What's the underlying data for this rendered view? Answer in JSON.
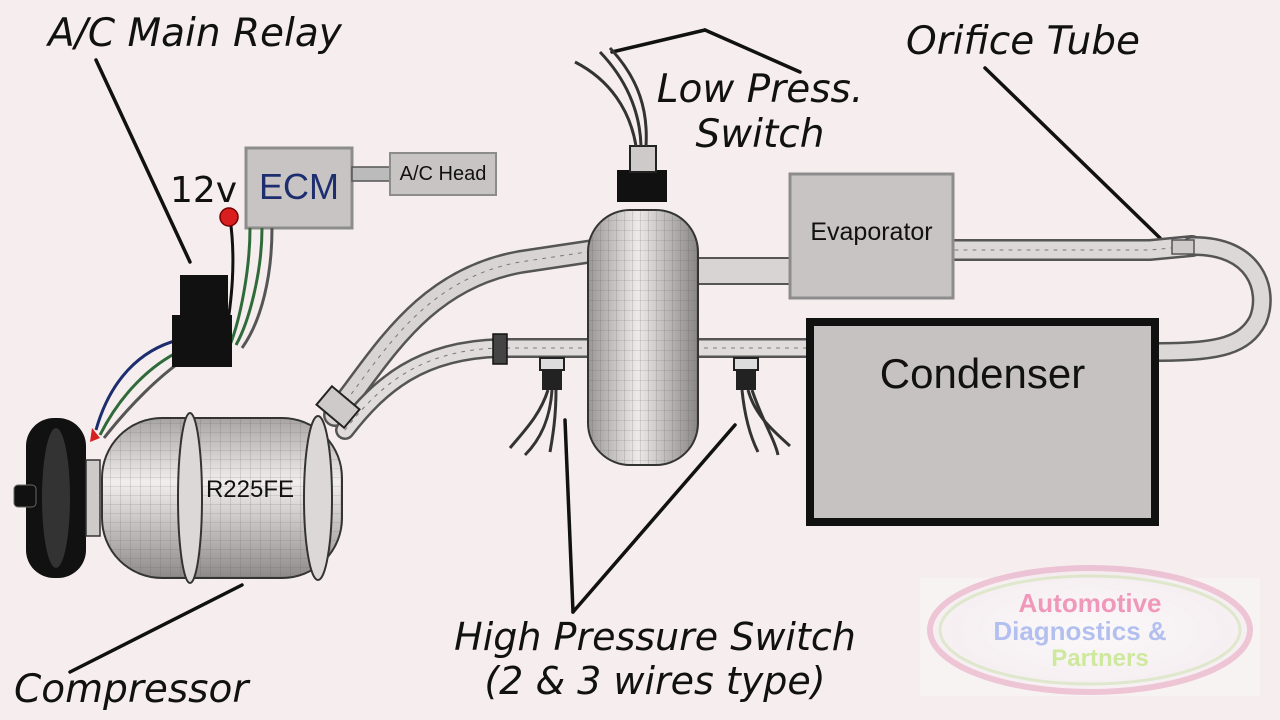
{
  "labels": {
    "ac_main_relay": "A/C Main Relay",
    "low_press_line1": "Low Press.",
    "low_press_line2": "Switch",
    "orifice_tube": "Orifice Tube",
    "voltage": "12v",
    "ecm": "ECM",
    "ac_head": "A/C Head",
    "evaporator": "Evaporator",
    "condenser": "Condenser",
    "compressor_model": "R225FE",
    "compressor": "Compressor",
    "high_pressure_line1": "High Pressure Switch",
    "high_pressure_line2": "(2 & 3 wires type)"
  },
  "watermark": {
    "line1": "Automotive",
    "line2": "Diagnostics &",
    "line3": "Partners"
  },
  "colors": {
    "background": "#f6eeee",
    "box_fill": "#c8c4c4",
    "box_border": "#8c8c8c",
    "metal": "#d8d4d4",
    "dark": "#111111",
    "red": "#d81e1e",
    "wire_blue": "#1c2e6e",
    "wire_green": "#2f6b3a"
  }
}
